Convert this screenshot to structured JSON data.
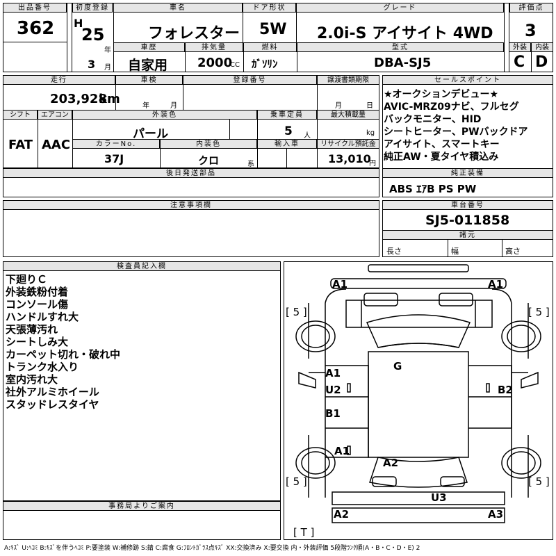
{
  "header": {
    "lot_label": "出品番号",
    "lot": "362",
    "first_reg_label": "初度登録",
    "era": "H",
    "year": "25",
    "year_unit": "年",
    "month": "3",
    "month_unit": "月",
    "name_label": "車名",
    "name": "フォレスター",
    "door_label": "ドア形状",
    "door": "5W",
    "grade_label": "グレード",
    "grade": "2.0i-S アイサイト 4WD",
    "score_label": "評価点",
    "score": "3",
    "history_label": "車歴",
    "history": "自家用",
    "displacement_label": "排気量",
    "displacement": "2000",
    "displacement_unit": "CC",
    "fuel_label": "燃料",
    "fuel": "ｶﾞｿﾘﾝ",
    "model_label": "型式",
    "model": "DBA-SJ5",
    "exterior_label": "外装",
    "exterior": "C",
    "interior_label": "内装",
    "interior": "D"
  },
  "row2": {
    "mileage_label": "走行",
    "mileage": "203,928",
    "mileage_unit": "km",
    "inspection_label": "車検",
    "insp_year_unit": "年",
    "insp_month_unit": "月",
    "reg_no_label": "登録番号",
    "transfer_label": "譲渡書類期限",
    "transfer_month_unit": "月",
    "transfer_day_unit": "日",
    "shift_label": "シフト",
    "shift": "FAT",
    "ac_label": "エアコン",
    "ac": "AAC",
    "color_label": "外装色",
    "color": "パール",
    "capacity_label": "乗車定員",
    "capacity": "5",
    "capacity_unit": "人",
    "load_label": "最大積載量",
    "load_unit": "kg",
    "color_no_label": "カラーNo.",
    "color_no": "37J",
    "int_color_label": "内装色",
    "int_color": "クロ",
    "int_color_unit": "系",
    "import_label": "輸入車",
    "recycle_label": "リサイクル預託金",
    "recycle": "13,010",
    "recycle_unit": "円"
  },
  "sales_points": {
    "label": "セールスポイント",
    "lines": [
      "★オークションデビュー★",
      "AVIC-MRZ09ナビ、フルセグ",
      "バックモニター、HID",
      "シートヒーター、PWバックドア",
      "アイサイト、スマートキー",
      "純正AW・夏タイヤ積込み"
    ]
  },
  "later_parts_label": "後日発送部品",
  "equipment": {
    "label": "純正装備",
    "value": "ABS ｴｱB PS PW"
  },
  "caution_label": "注意事項欄",
  "chassis": {
    "label": "車台番号",
    "value": "SJ5-011858",
    "specs_label": "諸元",
    "length": "長さ",
    "width": "幅",
    "height": "高さ"
  },
  "inspector": {
    "label": "検査員記入欄",
    "notes": [
      "下廻りＣ",
      "外装鉄粉付着",
      "コンソール傷",
      "ハンドルすれ大",
      "天張薄汚れ",
      "シートしみ大",
      "カーペット切れ・破れ中",
      "トランク水入り",
      "室内汚れ大",
      "社外アルミホイール",
      "スタッドレスタイヤ"
    ]
  },
  "office_label": "事務局よりご案内",
  "diagram": {
    "marks": {
      "front_left": "A1",
      "front_right": "A1",
      "tire_fl": "[ 5 ]",
      "tire_fr": "[ 5 ]",
      "tire_rl": "[ 5 ]",
      "tire_rr": "[ 5 ]",
      "glass": "G",
      "left_front_door_1": "A1",
      "left_front_door_2": "U2",
      "left_rear_door": "B1",
      "left_rear": "A1",
      "right_door": "B2",
      "roof_rear": "A2",
      "rear_bumper": "U3",
      "rear_left": "A2",
      "rear_right": "A3",
      "spare": "[ T ]"
    }
  },
  "legend": "A:ｷｽﾞ U:ﾍｺﾐ B:ｷｽﾞを伴うﾍｺﾐ P:要塗装 W:補修跡 S:錆 C:腐食 G:ﾌﾛﾝﾄｶﾞﾗｽ点ｷｽﾞ XX:交換済み X:要交換 内・外装評価 5段階ﾗﾝｸ順(A・B・C・D・E) 2"
}
